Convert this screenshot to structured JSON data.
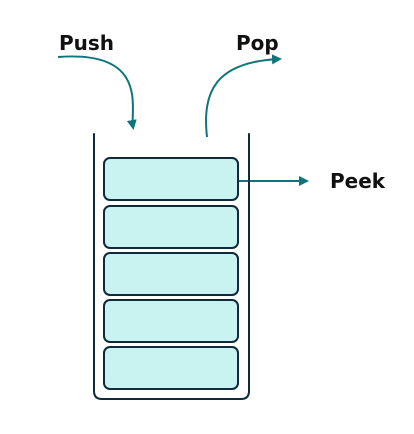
{
  "diagram": {
    "labels": {
      "push": "Push",
      "pop": "Pop",
      "peek": "Peek"
    },
    "colors": {
      "arrow": "#0f747b",
      "stack_item_fill": "#c9f3f1",
      "stack_outline": "#0f2a3a",
      "text": "#111111"
    }
  }
}
